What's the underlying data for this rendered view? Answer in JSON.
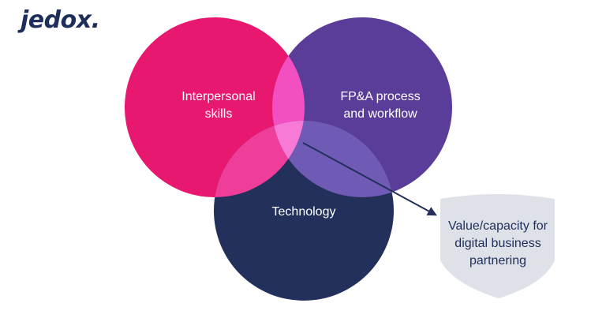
{
  "brand": {
    "logo_text": "jedox."
  },
  "venn": {
    "circles": [
      {
        "key": "interpersonal",
        "label": "Interpersonal\nskills",
        "color": "#e8176f"
      },
      {
        "key": "fpa",
        "label": "FP&A process\nand workflow",
        "color": "#5a3d99"
      },
      {
        "key": "technology",
        "label": "Technology",
        "color": "#22305b"
      }
    ],
    "overlap_colors": {
      "interpersonal_fpa": "#f24fc0",
      "interpersonal_technology": "#ef3d9a",
      "fpa_technology": "#6f5bb5",
      "center": "#f77ad6"
    },
    "arrow_color": "#22305b"
  },
  "outcome": {
    "label": "Value/capacity for\ndigital business\npartnering",
    "shield_color": "#dfe1e8"
  }
}
